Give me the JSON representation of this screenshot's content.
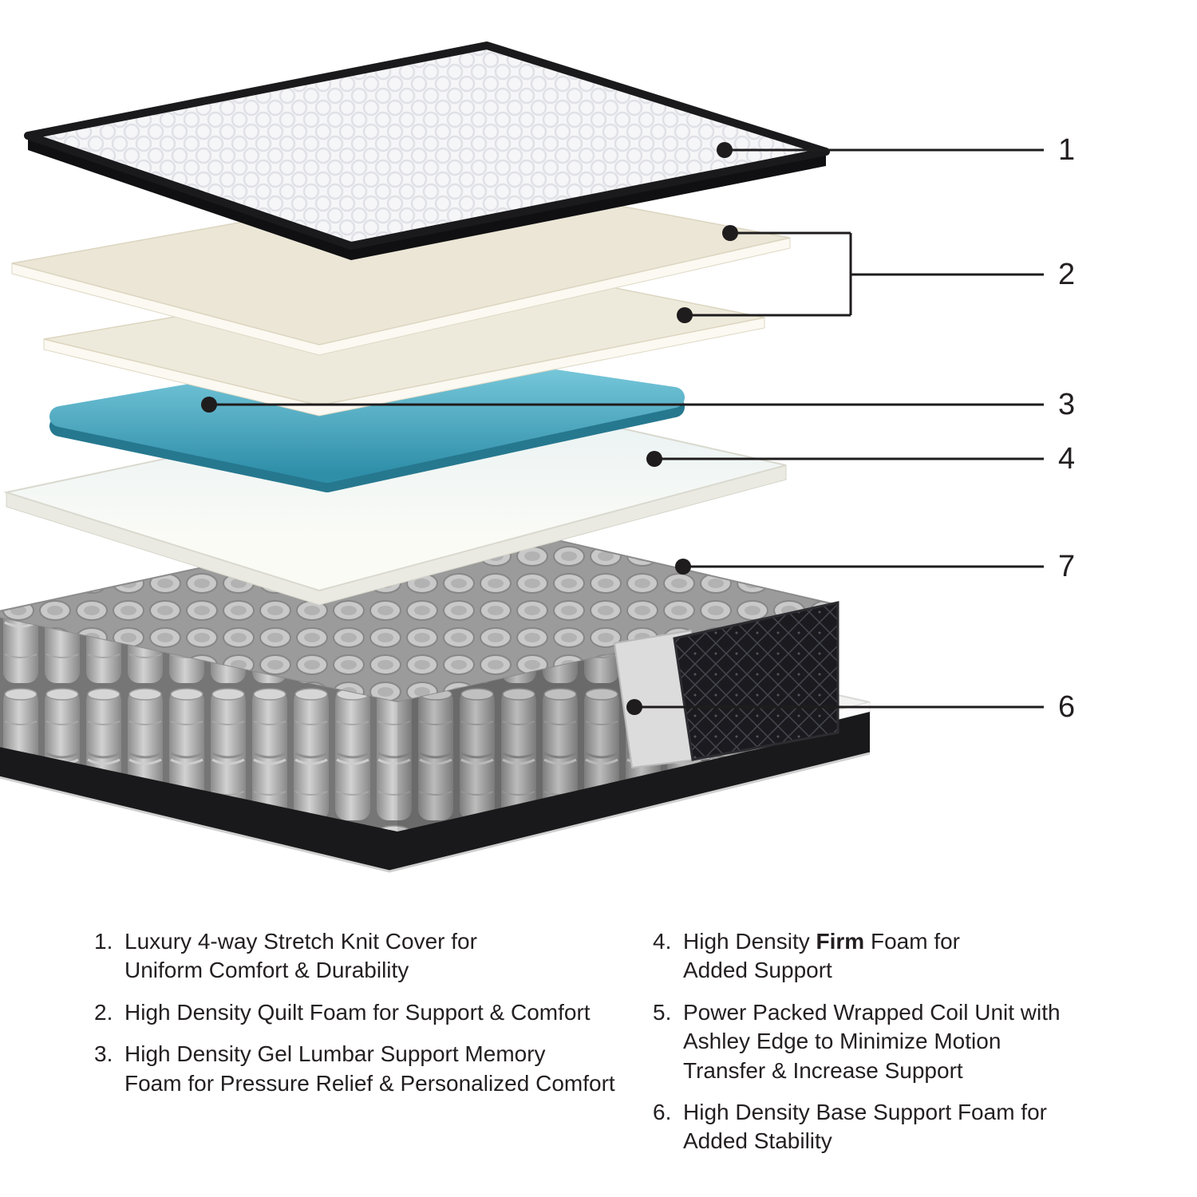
{
  "callout_numbers": [
    "1",
    "2",
    "3",
    "4",
    "7",
    "6"
  ],
  "legend": {
    "left": [
      {
        "number": "1.",
        "lines": [
          "Luxury 4-way Stretch Knit Cover for",
          "Uniform Comfort & Durability"
        ]
      },
      {
        "number": "2.",
        "lines": [
          "High Density Quilt Foam for Support & Comfort"
        ]
      },
      {
        "number": "3.",
        "lines": [
          "High Density Gel Lumbar Support Memory",
          "Foam for Pressure Relief & Personalized Comfort"
        ]
      }
    ],
    "right": [
      {
        "number": "4.",
        "line1": {
          "pre": "High Density ",
          "bold": "Firm",
          "post": " Foam for"
        },
        "line2": "Added Support"
      },
      {
        "number": "5.",
        "lines": [
          "Power Packed Wrapped Coil Unit with",
          "Ashley Edge to Minimize Motion",
          "Transfer & Increase Support"
        ]
      },
      {
        "number": "6.",
        "lines": [
          "High Density Base Support Foam for",
          "Added Stability"
        ]
      }
    ]
  },
  "colors": {
    "background": "#ffffff",
    "text": "#231f20",
    "gel_blue": "#45a3ba",
    "foam_cream": "#ebe6d6",
    "firm_foam_white": "#fbfbf6",
    "coil_gray": "#b5b5b5",
    "binding_black": "#17171a"
  }
}
